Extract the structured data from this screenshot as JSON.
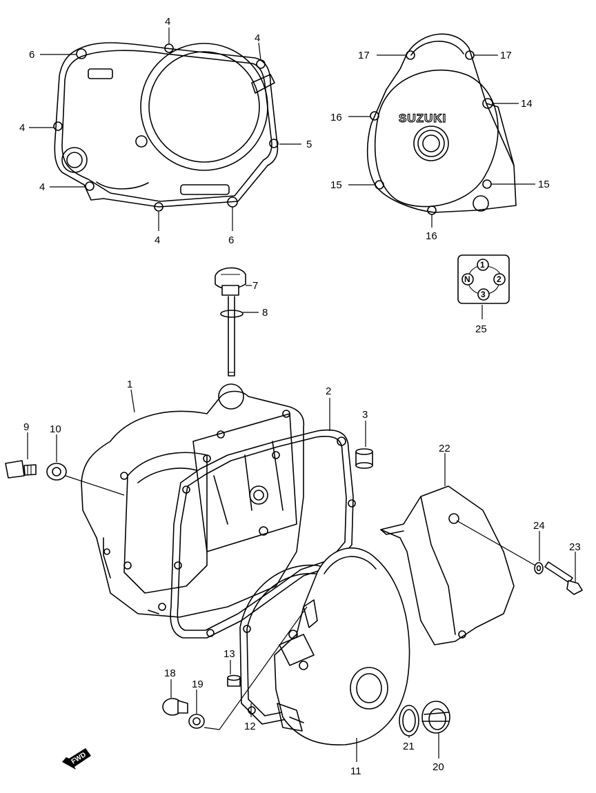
{
  "callouts": {
    "c_4a": "4",
    "c_4b": "4",
    "c_6a": "6",
    "c_4c": "4",
    "c_5": "5",
    "c_4d": "4",
    "c_4e": "4",
    "c_6b": "6",
    "c_17a": "17",
    "c_17b": "17",
    "c_16a": "16",
    "c_14": "14",
    "c_15a": "15",
    "c_15b": "15",
    "c_16b": "16",
    "c_7": "7",
    "c_8": "8",
    "c_25": "25",
    "c_1": "1",
    "c_2": "2",
    "c_3": "3",
    "c_9": "9",
    "c_10": "10",
    "c_22": "22",
    "c_24": "24",
    "c_23": "23",
    "c_13": "13",
    "c_18": "18",
    "c_19": "19",
    "c_12": "12",
    "c_11": "11",
    "c_21": "21",
    "c_20": "20"
  },
  "brand_text": "SUZUKI",
  "indicator_positions": {
    "p1": "1",
    "p2": "2",
    "p3": "3",
    "pN": "N"
  },
  "fwd_label": "FWD"
}
